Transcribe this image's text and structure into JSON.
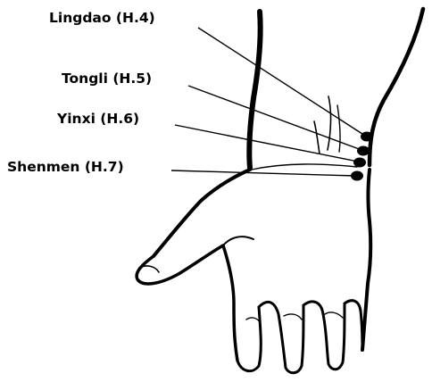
{
  "points": [
    {
      "id": "h4",
      "label": "Lingdao (H.4)"
    },
    {
      "id": "h5",
      "label": "Tongli (H.5)"
    },
    {
      "id": "h6",
      "label": "Yinxi (H.6)"
    },
    {
      "id": "h7",
      "label": "Shenmen (H.7)"
    }
  ],
  "colors": {
    "ink": "#000000",
    "background": "#ffffff"
  }
}
